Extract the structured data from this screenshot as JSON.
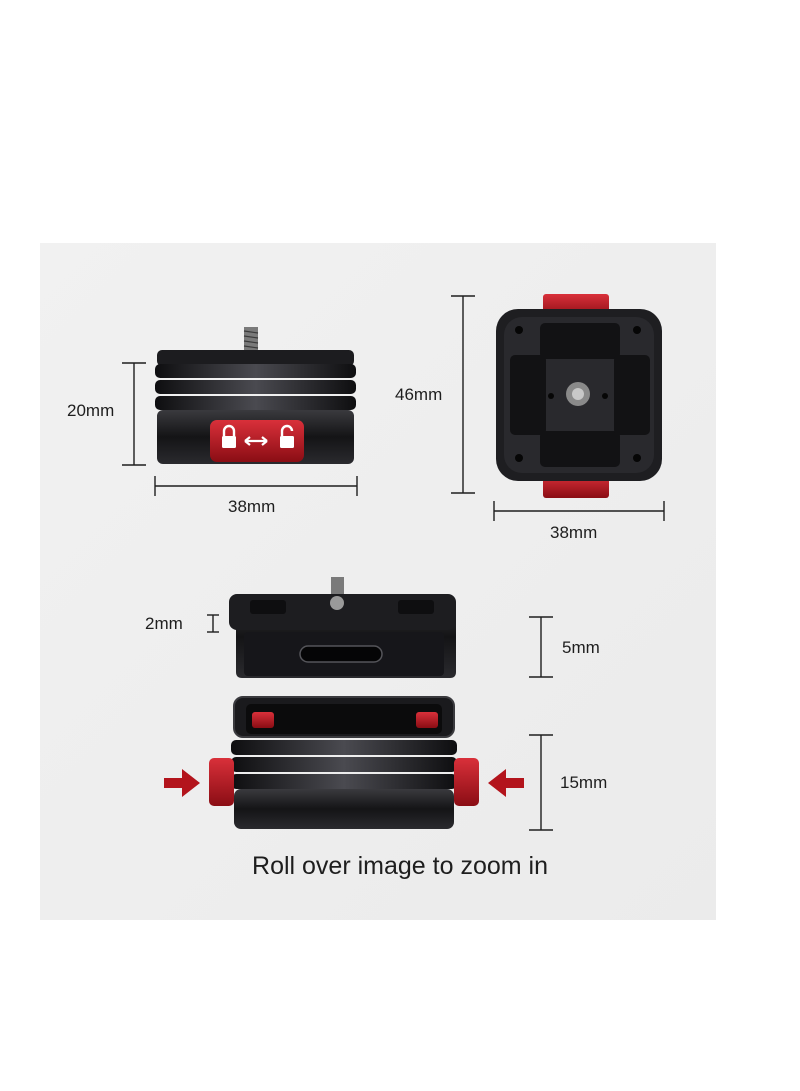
{
  "dimensions": {
    "side_height": "20mm",
    "side_width": "38mm",
    "top_height": "46mm",
    "top_width": "38mm",
    "plate_lip": "2mm",
    "plate_height": "5mm",
    "clamp_height": "15mm"
  },
  "caption": "Roll over image to zoom in",
  "colors": {
    "background": "#ebebeb",
    "metal": "#1a1a1c",
    "accent": "#b3141c"
  }
}
